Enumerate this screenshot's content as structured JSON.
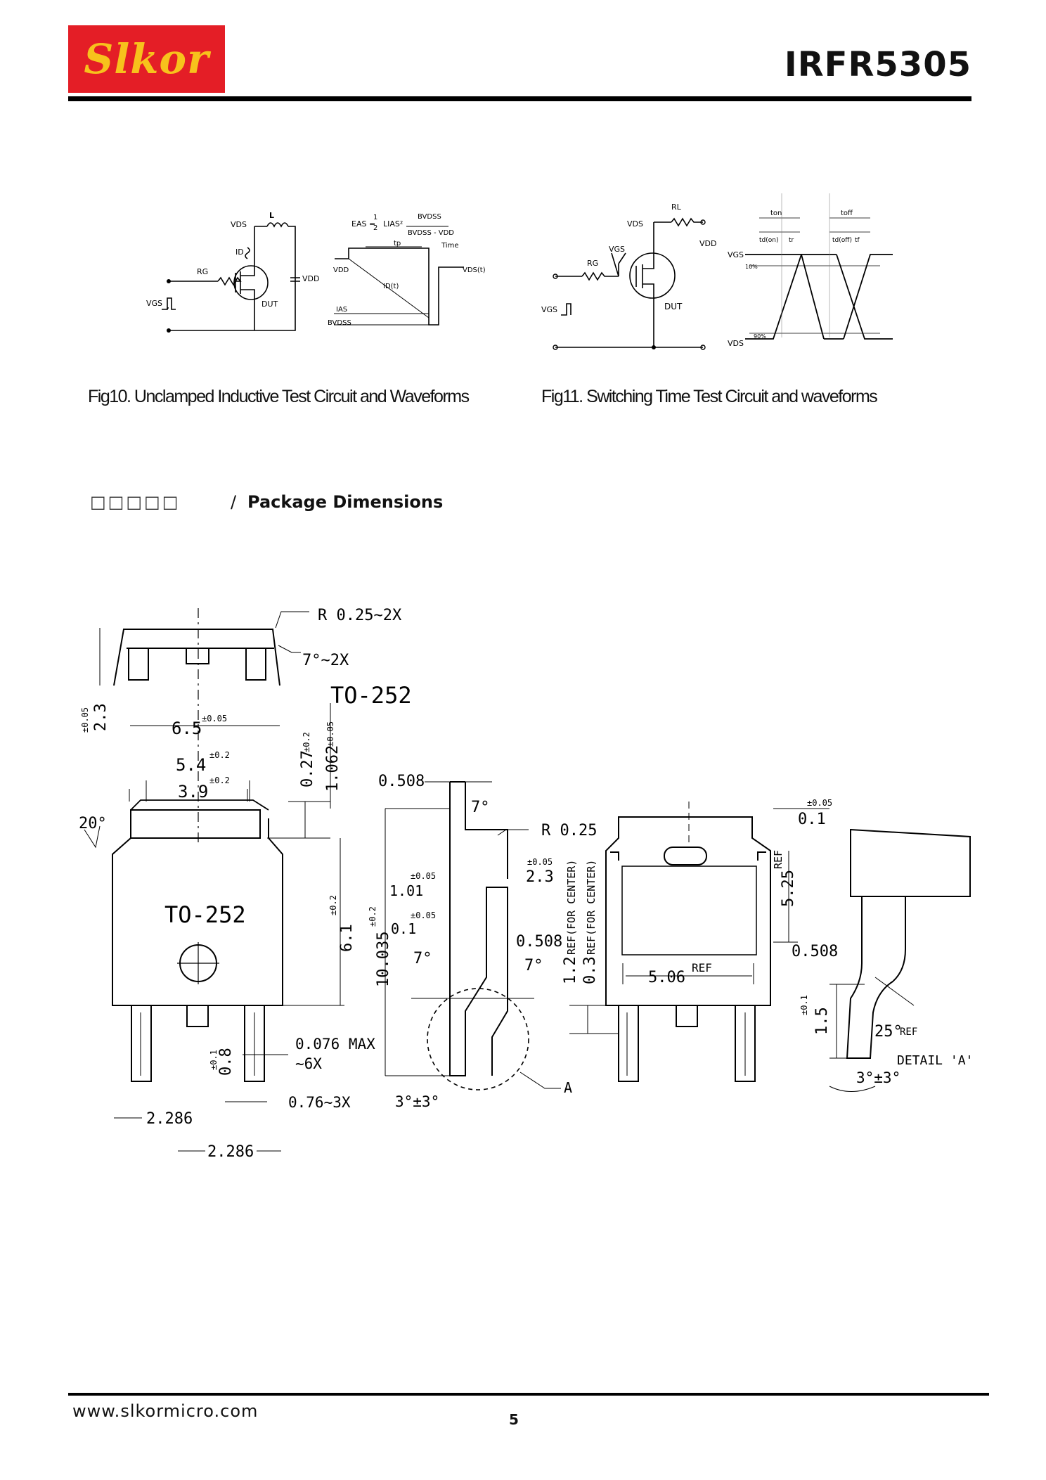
{
  "header": {
    "logo_text": "Slkor",
    "part_number": "IRFR5305"
  },
  "fig10": {
    "caption": "Fig10. Unclamped Inductive Test Circuit and Waveforms",
    "labels": {
      "vds": "VDS",
      "l": "L",
      "id": "ID",
      "rg": "RG",
      "vdd": "VDD",
      "dut": "DUT",
      "vgs": "VGS",
      "tp": "tp"
    },
    "waveform": {
      "formula_lhs": "EAS =",
      "frac_num": "1",
      "frac_den": "2",
      "formula_mid": "LIAS²",
      "bv": "BVDSS",
      "bvmin": "BVDSS - VDD",
      "time": "Time",
      "tp": "tp",
      "vdd": "VDD",
      "vds_t": "VDS(t)",
      "id_t": "ID(t)",
      "ias": "IAS",
      "bvdss": "BVDSS"
    }
  },
  "fig11": {
    "caption": "Fig11. Switching Time Test Circuit and waveforms",
    "labels": {
      "vds": "VDS",
      "rl": "RL",
      "vdd": "VDD",
      "vgs": "VGS",
      "rg": "RG",
      "dut": "DUT",
      "vgs_pulse": "VGS"
    },
    "waveform": {
      "ton": "ton",
      "toff": "toff",
      "tdon": "td(on)",
      "tr": "tr",
      "tdoff": "td(off)",
      "tf": "tf",
      "vgs": "VGS",
      "vds": "VDS",
      "p10": "10%",
      "p90": "90%"
    }
  },
  "section": {
    "cjk_label": "□□□□□",
    "slash": "/",
    "title": "Package Dimensions"
  },
  "package": {
    "r_top": "R 0.25~2X",
    "angle_top": "7°~2X",
    "pkg_name": "TO-252",
    "h_2_3": "2.3",
    "tol_005": "±0.05",
    "w_6_5": "6.5",
    "w_5_4": "5.4",
    "tol_02": "±0.2",
    "w_3_9": "3.9",
    "d_027": "0.27",
    "d_1062": "1.062",
    "ang_20": "20°",
    "h_6_1": "6.1",
    "lead_0076": "0.076 MAX",
    "lead_6x": "~6X",
    "lead_08": "0.8",
    "tol_01": "±0.1",
    "lead_076_3x": "0.76~3X",
    "pitch_1": "2.286",
    "pitch_2": "2.286",
    "side_0508": "0.508",
    "side_7": "7°",
    "side_r025": "R 0.25",
    "side_23": "2.3",
    "side_101": "1.01",
    "side_01": "0.1",
    "side_0508b": "0.508",
    "side_10035": "10.035",
    "side_7b": "7°",
    "side_7c": "7°",
    "side_3_3": "3°±3°",
    "side_a": "A",
    "back_12": "1.2",
    "back_12ref": "REF(FOR CENTER)",
    "back_03": "0.3",
    "back_03ref": "REF(FOR CENTER)",
    "back_506": "5.06",
    "back_ref": "REF",
    "back_01": "0.1",
    "back_ref2": "REF",
    "back_525": "5.25",
    "back_0508": "0.508",
    "det_15": "1.5",
    "det_25": "25°",
    "det_ref": "REF",
    "det_label": "DETAIL 'A'",
    "det_3_3": "3°±3°"
  },
  "footer": {
    "url": "www.slkormicro.com",
    "page": "5"
  }
}
